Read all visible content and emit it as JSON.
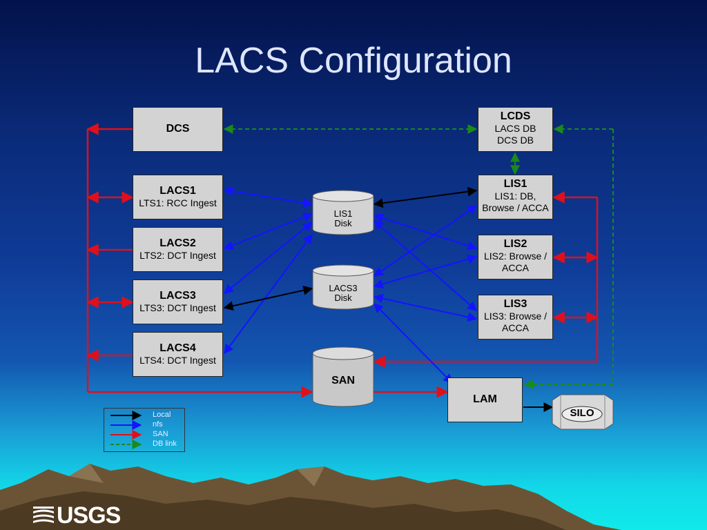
{
  "title": "LACS Configuration",
  "boxes": {
    "dcs": {
      "name": "DCS"
    },
    "lcds": {
      "name": "LCDS",
      "line1": "LACS DB",
      "line2": "DCS DB"
    },
    "lacs1": {
      "name": "LACS1",
      "desc": "LTS1: RCC Ingest"
    },
    "lacs2": {
      "name": "LACS2",
      "desc": "LTS2: DCT Ingest"
    },
    "lacs3": {
      "name": "LACS3",
      "desc": "LTS3: DCT Ingest"
    },
    "lacs4": {
      "name": "LACS4",
      "desc": "LTS4: DCT Ingest"
    },
    "lis1": {
      "name": "LIS1",
      "line1": "LIS1: DB,",
      "line2": "Browse / ACCA"
    },
    "lis2": {
      "name": "LIS2",
      "line1": "LIS2:  Browse /",
      "line2": "ACCA"
    },
    "lis3": {
      "name": "LIS3",
      "line1": "LIS3:  Browse /",
      "line2": "ACCA"
    },
    "lam": {
      "name": "LAM"
    }
  },
  "storage": {
    "lis1_disk": {
      "line1": "LIS1",
      "line2": "Disk"
    },
    "lacs3_disk": {
      "line1": "LACS3",
      "line2": "Disk"
    },
    "san": {
      "name": "SAN"
    },
    "silo": {
      "name": "SILO"
    }
  },
  "legend": [
    {
      "label": "Local",
      "color": "#000000",
      "style": "solid"
    },
    {
      "label": "nfs",
      "color": "#1414ff",
      "style": "solid"
    },
    {
      "label": "SAN",
      "color": "#e0101a",
      "style": "solid"
    },
    {
      "label": "DB link",
      "color": "#1a8a1a",
      "style": "dashed"
    }
  ],
  "colors": {
    "local": "#000000",
    "nfs": "#1414ff",
    "san": "#e0101a",
    "db_link": "#1a8a1a"
  },
  "logo": {
    "text": "USGS"
  }
}
